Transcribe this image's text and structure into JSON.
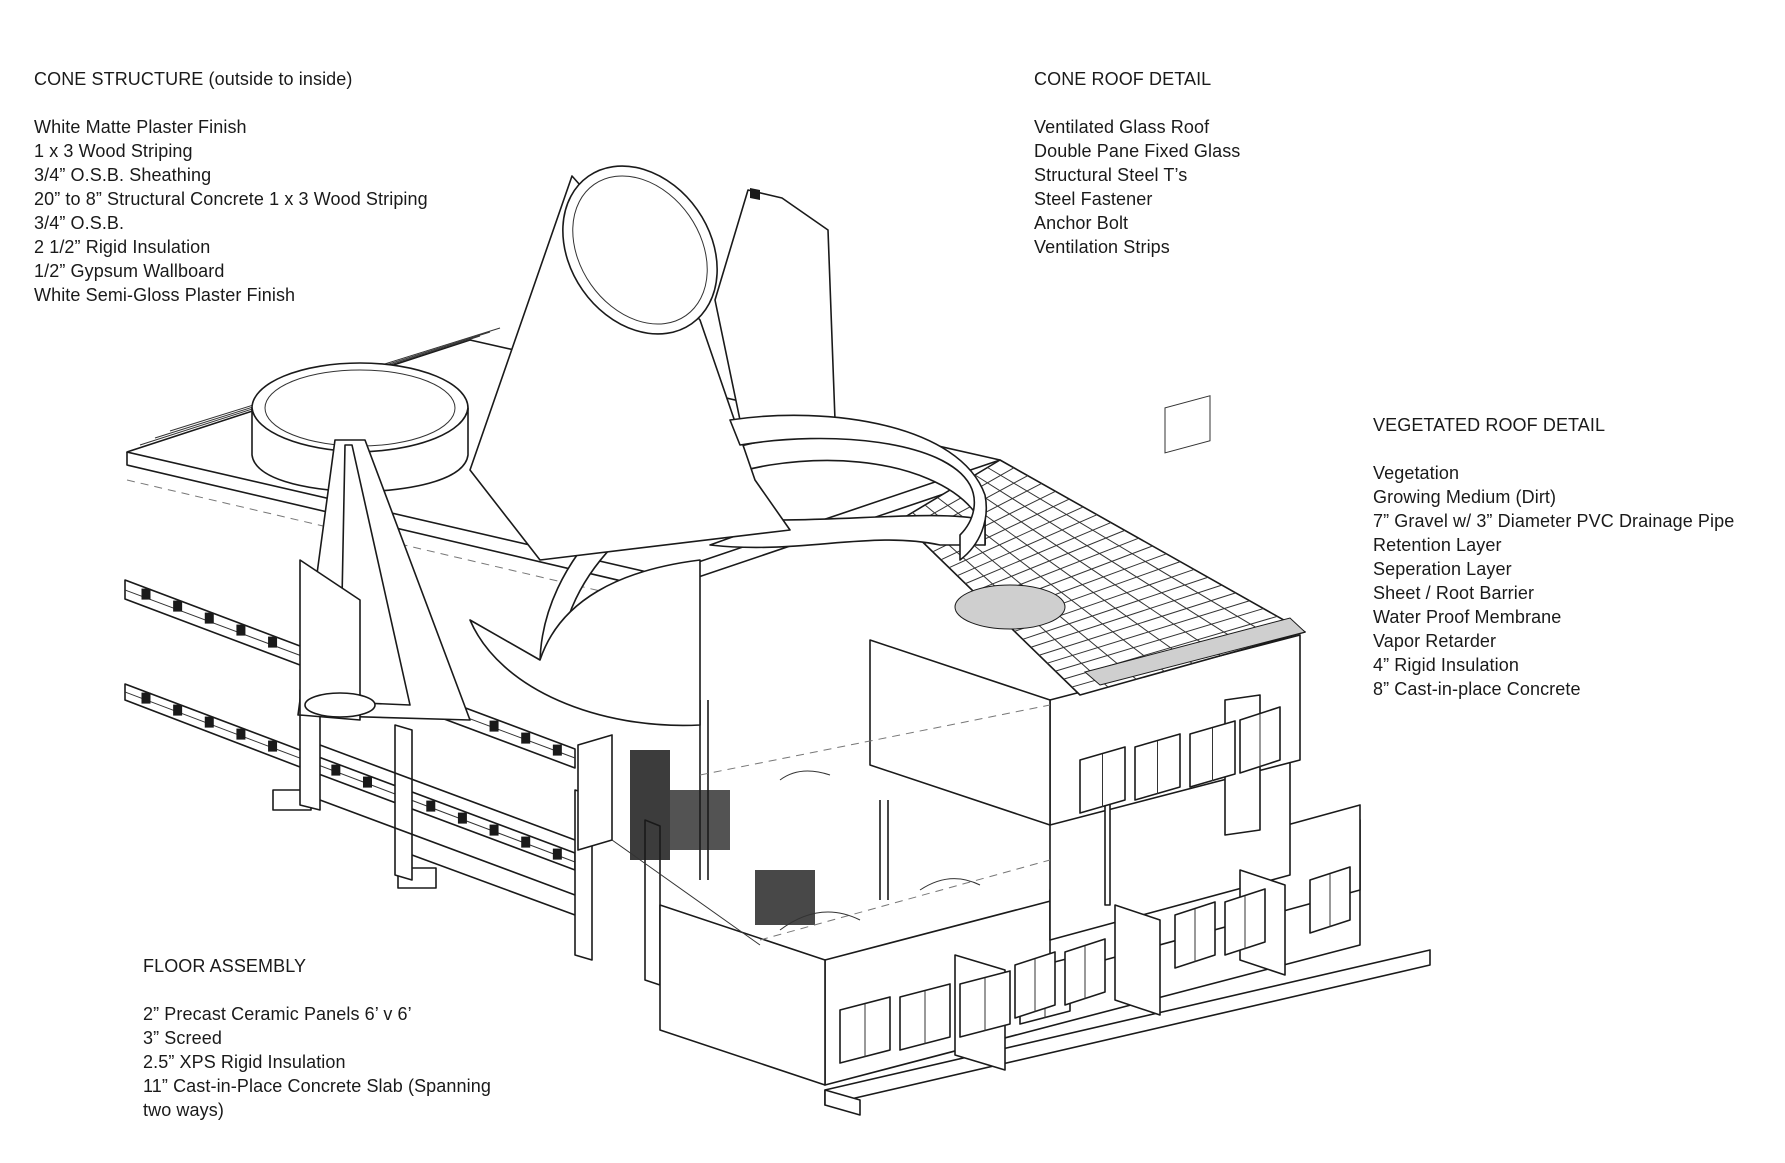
{
  "annotations": {
    "cone_structure": {
      "title": "CONE STRUCTURE (outside to inside)",
      "items": [
        "White Matte Plaster Finish",
        "1 x 3 Wood Striping",
        "3/4” O.S.B. Sheathing",
        "20” to 8” Structural Concrete 1 x 3 Wood Striping",
        "3/4” O.S.B.",
        "2 1/2” Rigid Insulation",
        "1/2” Gypsum Wallboard",
        "White Semi-Gloss Plaster Finish"
      ]
    },
    "cone_roof": {
      "title": "CONE ROOF DETAIL",
      "items": [
        "Ventilated Glass Roof",
        "Double Pane Fixed Glass",
        "Structural Steel T’s",
        "Steel Fastener",
        "Anchor Bolt",
        "Ventilation Strips"
      ]
    },
    "vegetated_roof": {
      "title": "VEGETATED ROOF DETAIL",
      "items": [
        "Vegetation",
        "Growing Medium (Dirt)",
        "7” Gravel w/ 3” Diameter PVC Drainage Pipe",
        "Retention Layer",
        "Seperation Layer",
        "Sheet / Root Barrier",
        "Water Proof Membrane",
        "Vapor Retarder",
        "4” Rigid Insulation",
        "8” Cast-in-place Concrete"
      ]
    },
    "floor_assembly": {
      "title": "FLOOR ASSEMBLY",
      "items": [
        "2” Precast Ceramic Panels 6’ v 6’",
        "3” Screed",
        "2.5” XPS Rigid Insulation",
        "11” Cast-in-Place Concrete Slab (Spanning two ways)"
      ]
    }
  },
  "drawing": {
    "subject": "axonometric section of building with cones",
    "stroke_color": "#1a1a1a",
    "background": "#ffffff"
  }
}
